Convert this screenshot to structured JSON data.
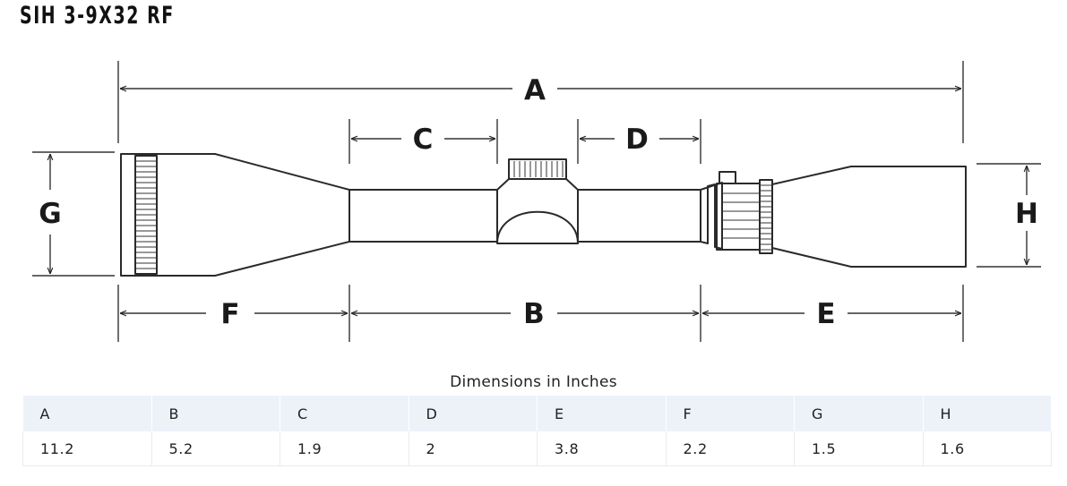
{
  "title": "SIH 3-9X32 RF",
  "diagram": {
    "labels": {
      "A": "A",
      "B": "B",
      "C": "C",
      "D": "D",
      "E": "E",
      "F": "F",
      "G": "G",
      "H": "H"
    }
  },
  "table": {
    "caption": "Dimensions in Inches",
    "headers": [
      "A",
      "B",
      "C",
      "D",
      "E",
      "F",
      "G",
      "H"
    ],
    "values": [
      "11.2",
      "5.2",
      "1.9",
      "2",
      "3.8",
      "2.2",
      "1.5",
      "1.6"
    ]
  }
}
